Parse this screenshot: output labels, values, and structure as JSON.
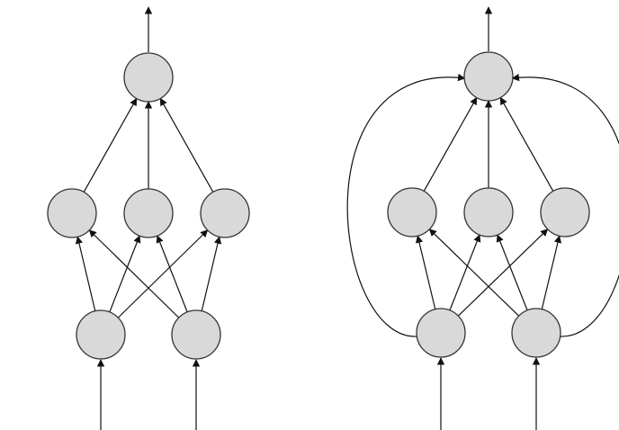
{
  "diagrams": [
    {
      "id": "feedforward-network",
      "layers": [
        {
          "role": "input",
          "count": 2
        },
        {
          "role": "hidden",
          "count": 3
        },
        {
          "role": "output",
          "count": 1
        }
      ],
      "connections": "layer-to-layer",
      "skip_connections": false
    },
    {
      "id": "network-with-skip-connections",
      "layers": [
        {
          "role": "input",
          "count": 2
        },
        {
          "role": "hidden",
          "count": 3
        },
        {
          "role": "output",
          "count": 1
        }
      ],
      "connections": "layer-to-layer",
      "skip_connections": true
    }
  ],
  "colors": {
    "node_fill": "#d9d9d9",
    "node_stroke": "#333333",
    "edge": "#111111",
    "background": "#ffffff"
  }
}
